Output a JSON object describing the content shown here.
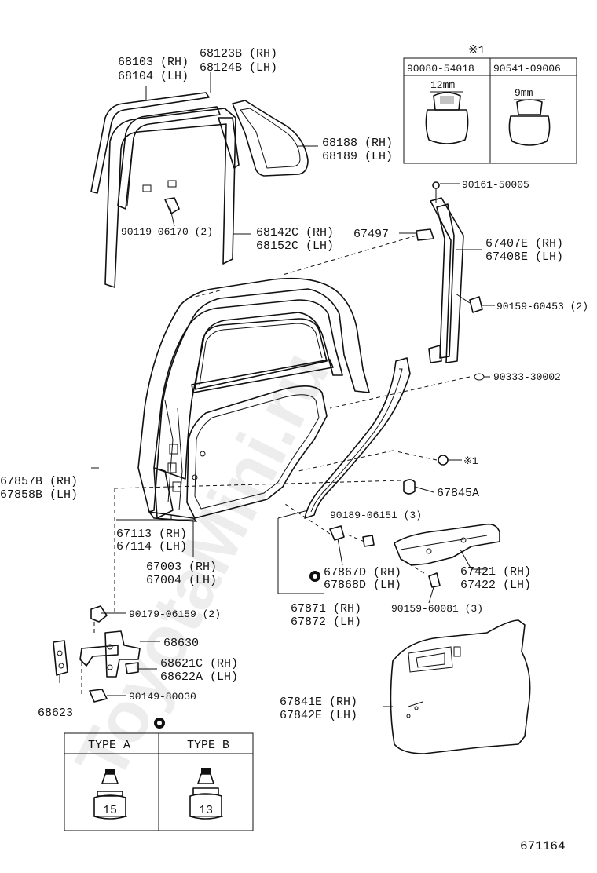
{
  "watermark": "ToyotaMini.ru",
  "figure_id": "671164",
  "legend_symbol": "※1",
  "specs_table": {
    "symbol": "※1",
    "columns": [
      {
        "part": "90080-54018",
        "dimension": "12mm"
      },
      {
        "part": "90541-09006",
        "dimension": "9mm"
      }
    ]
  },
  "type_table": {
    "columns": [
      {
        "label": "TYPE A",
        "dimension": "15"
      },
      {
        "label": "TYPE B",
        "dimension": "13"
      }
    ]
  },
  "callouts": {
    "p68103": "68103 (RH)",
    "p68104": "68104 (LH)",
    "p68123b": "68123B (RH)",
    "p68124b": "68124B (LH)",
    "p68188": "68188 (RH)",
    "p68189": "68189 (LH)",
    "p90119": "90119-06170 (2)",
    "p68142c": "68142C (RH)",
    "p68152c": "68152C (LH)",
    "p90161": "90161-50005",
    "p67497": "67497",
    "p67407e": "67407E (RH)",
    "p67408e": "67408E (LH)",
    "p90159a": "90159-60453 (2)",
    "p90333": "90333-30002",
    "p_note1": "※1",
    "p67857b": "67857B (RH)",
    "p67858b": "67858B (LH)",
    "p67845a": "67845A",
    "p90189": "90189-06151 (3)",
    "p67113": "67113 (RH)",
    "p67114": "67114 (LH)",
    "p67003": "67003 (RH)",
    "p67004": "67004 (LH)",
    "p67867d": "67867D (RH)",
    "p67868d": "67868D (LH)",
    "p67421": "67421 (RH)",
    "p67422": "67422 (LH)",
    "p67871": "67871 (RH)",
    "p67872": "67872 (LH)",
    "p90159b": "90159-60081 (3)",
    "p90179": "90179-06159 (2)",
    "p68630": "68630",
    "p68621c": "68621C (RH)",
    "p68622a": "68622A (LH)",
    "p90149": "90149-80030",
    "p68623": "68623",
    "p67841e": "67841E (RH)",
    "p67842e": "67842E (LH)"
  }
}
